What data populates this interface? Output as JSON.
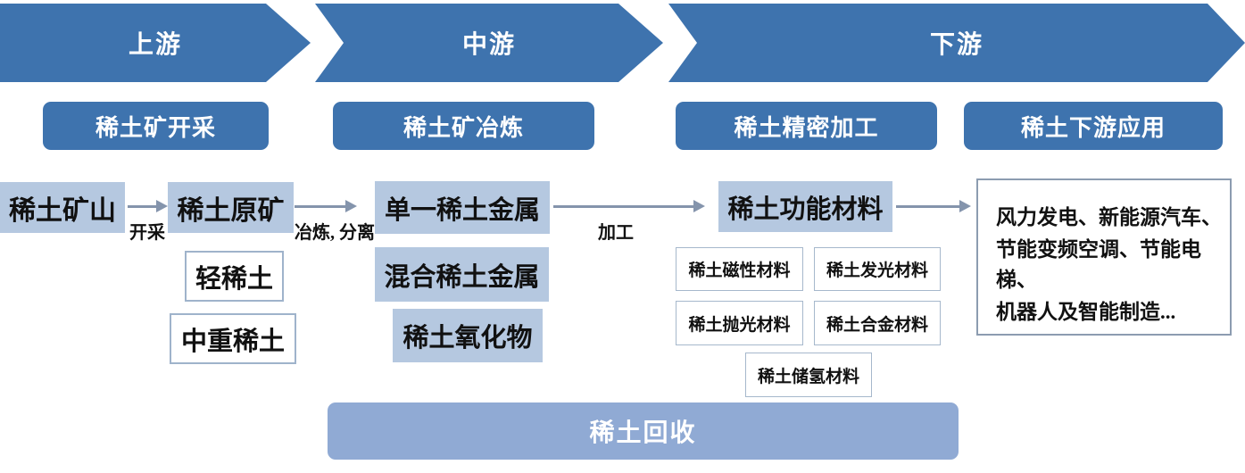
{
  "stages": [
    {
      "id": "upstream",
      "label": "上游"
    },
    {
      "id": "midstream",
      "label": "中游"
    },
    {
      "id": "downstream",
      "label": "下游"
    }
  ],
  "section_headers": [
    {
      "label": "稀土矿开采"
    },
    {
      "label": "稀土矿冶炼"
    },
    {
      "label": "稀土精密加工"
    },
    {
      "label": "稀土下游应用"
    }
  ],
  "flow": {
    "mine": "稀土矿山",
    "raw_ore": "稀土原矿",
    "single_metal": "单一稀土金属",
    "functional_material": "稀土功能材料",
    "arrow_labels": {
      "mining": "开采",
      "smelting": "冶炼, 分离",
      "processing": "加工"
    }
  },
  "ore_types": [
    {
      "label": "轻稀土"
    },
    {
      "label": "中重稀土"
    }
  ],
  "metal_products": [
    {
      "label": "混合稀土金属"
    },
    {
      "label": "稀土氧化物"
    }
  ],
  "functional_materials": [
    {
      "label": "稀土磁性材料"
    },
    {
      "label": "稀土发光材料"
    },
    {
      "label": "稀土抛光材料"
    },
    {
      "label": "稀土合金材料"
    },
    {
      "label": "稀土储氢材料"
    }
  ],
  "applications": {
    "lines": [
      "风力发电、新能源汽车、",
      "节能变频空调、节能电梯、",
      "机器人及智能制造..."
    ]
  },
  "recycle": {
    "label": "稀土回收"
  },
  "colors": {
    "primary_blue": "#3E73AE",
    "light_blue_fill": "#B5C8E0",
    "recycle_blue": "#90AAD4",
    "arrow_gray": "#8494AC",
    "outline_border": "#9FB3CB",
    "material_border": "#A6B8CC",
    "app_border": "#8C9CB0",
    "text_dark": "#111111",
    "text_white": "#ffffff"
  }
}
